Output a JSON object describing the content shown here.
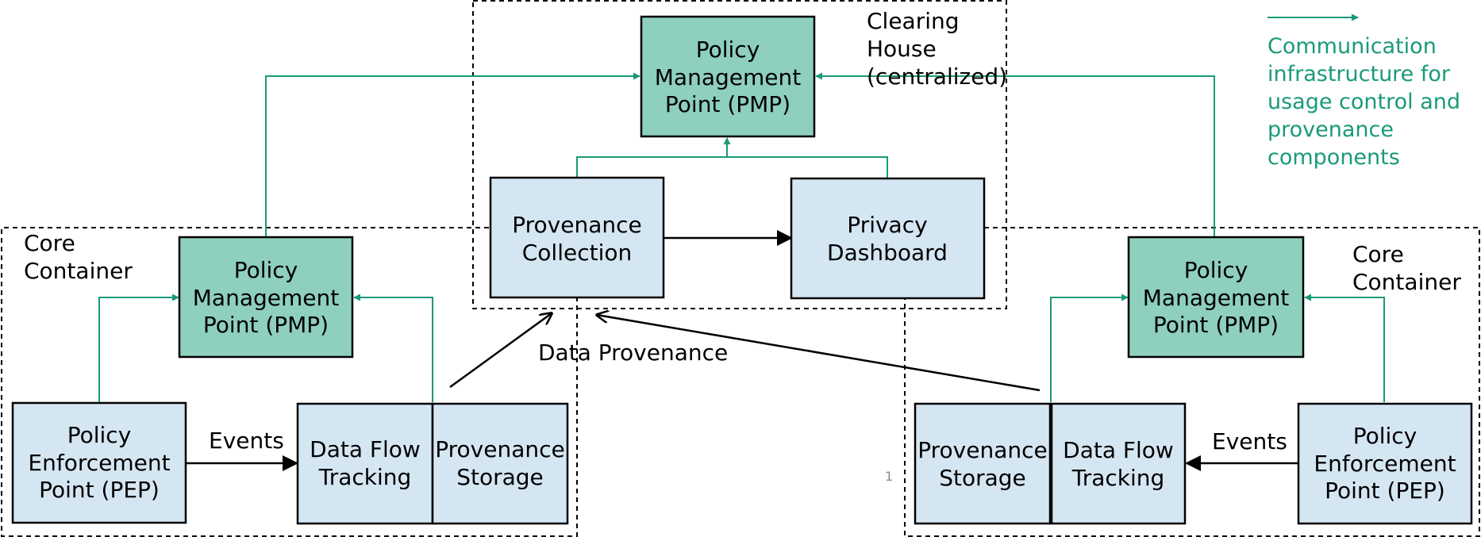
{
  "colors": {
    "pmp_fill": "#8ecfbe",
    "component_fill": "#d5e6f3",
    "green_line": "#1a9a78",
    "black": "#000000"
  },
  "clearing_house": {
    "label": [
      "Clearing",
      "House",
      "(centralized)"
    ],
    "pmp": [
      "Policy",
      "Management",
      "Point (PMP)"
    ],
    "provenance_collection": [
      "Provenance",
      "Collection"
    ],
    "privacy_dashboard": [
      "Privacy",
      "Dashboard"
    ]
  },
  "left_container": {
    "label": [
      "Core",
      "Container"
    ],
    "pmp": [
      "Policy",
      "Management",
      "Point (PMP)"
    ],
    "pep": [
      "Policy",
      "Enforcement",
      "Point (PEP)"
    ],
    "data_flow_tracking": [
      "Data Flow",
      "Tracking"
    ],
    "provenance_storage": [
      "Provenance",
      "Storage"
    ],
    "events_label": "Events"
  },
  "right_container": {
    "label": [
      "Core",
      "Container"
    ],
    "pmp": [
      "Policy",
      "Management",
      "Point (PMP)"
    ],
    "pep": [
      "Policy",
      "Enforcement",
      "Point (PEP)"
    ],
    "data_flow_tracking": [
      "Data Flow",
      "Tracking"
    ],
    "provenance_storage": [
      "Provenance",
      "Storage"
    ],
    "events_label": "Events"
  },
  "data_provenance_label": "Data Provenance",
  "legend": {
    "lines": [
      "Communication",
      "infrastructure for",
      "usage control and",
      "provenance",
      "components"
    ],
    "arrow_icon": "green-arrow-icon"
  },
  "page_number": "1"
}
